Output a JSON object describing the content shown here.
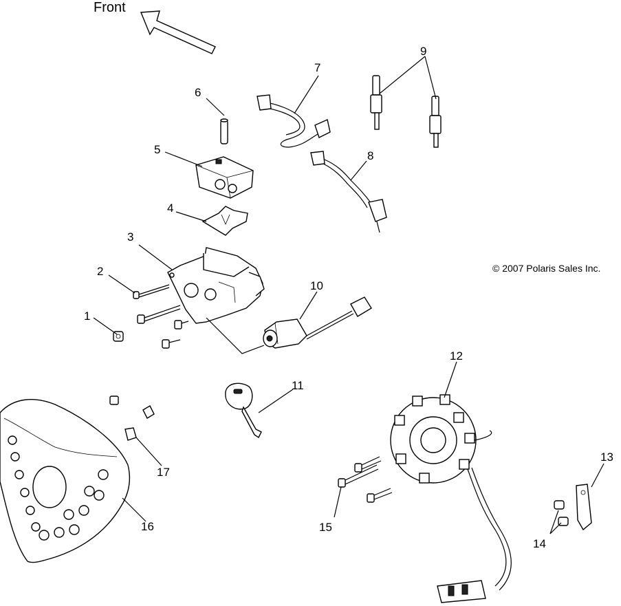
{
  "front_label": "Front",
  "copyright": "© 2007 Polaris Sales Inc.",
  "callouts": [
    "1",
    "2",
    "3",
    "4",
    "5",
    "6",
    "7",
    "8",
    "9",
    "10",
    "11",
    "12",
    "13",
    "14",
    "15",
    "16",
    "17"
  ]
}
